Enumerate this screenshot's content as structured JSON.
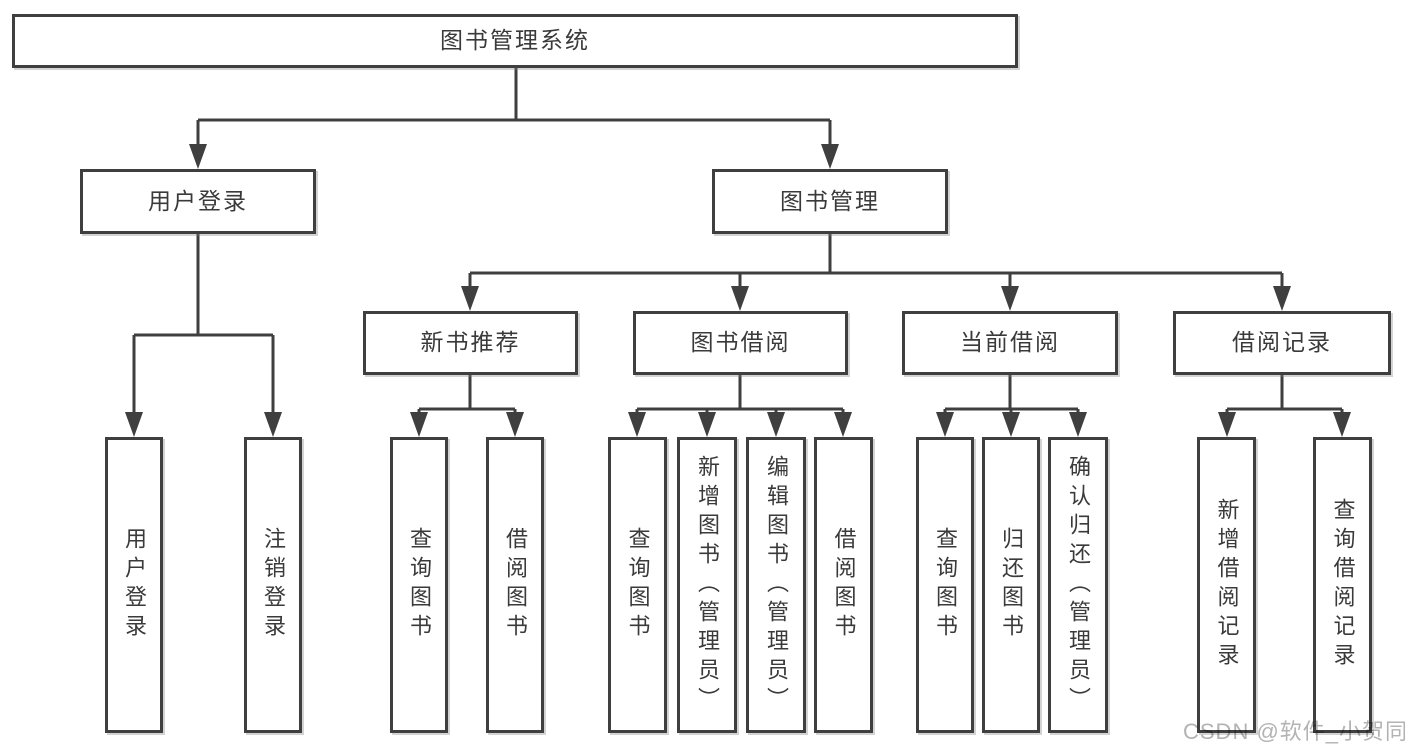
{
  "diagram": {
    "root": "图书管理系统",
    "user_login": {
      "label": "用户登录",
      "children": [
        "用户登录",
        "注销登录"
      ]
    },
    "book_management": {
      "label": "图书管理",
      "new_book_recommend": {
        "label": "新书推荐",
        "children": [
          "查询图书",
          "借阅图书"
        ]
      },
      "book_borrow": {
        "label": "图书借阅",
        "children": [
          "查询图书",
          "新增图书（管理员）",
          "编辑图书（管理员）",
          "借阅图书"
        ]
      },
      "current_borrow": {
        "label": "当前借阅",
        "children": [
          "查询图书",
          "归还图书",
          "确认归还（管理员）"
        ]
      },
      "borrow_record": {
        "label": "借阅记录",
        "children": [
          "新增借阅记录",
          "查询借阅记录"
        ]
      }
    }
  },
  "watermark": "CSDN @软件_小贺同学",
  "colors": {
    "line": "#3f3f3f",
    "text": "#3a3a3a",
    "watermark": "#b3b3b3"
  }
}
